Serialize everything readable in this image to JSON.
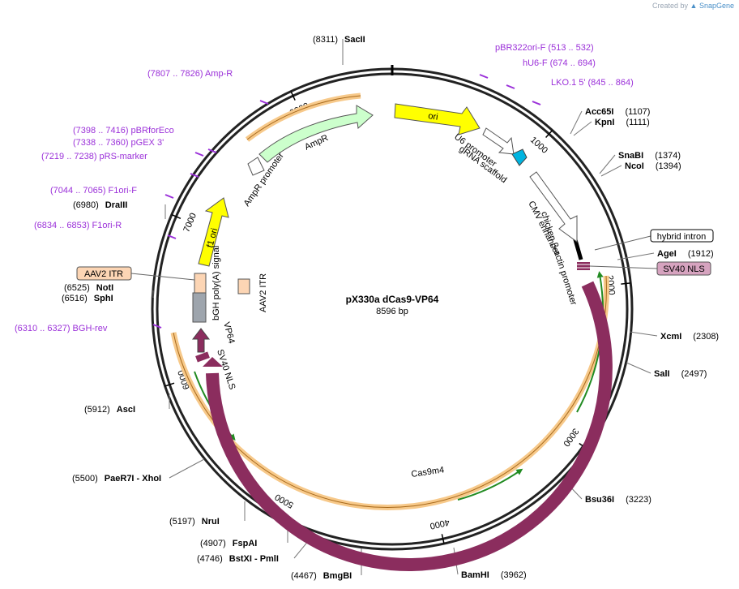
{
  "app": {
    "watermark_text": "Created by",
    "watermark_brand": "SnapGene"
  },
  "plasmid": {
    "name": "pX330a dCas9-VP64",
    "length_label": "8596 bp"
  },
  "ticks": [
    {
      "bp": 1000,
      "label": "1000"
    },
    {
      "bp": 2000,
      "label": "2000"
    },
    {
      "bp": 3000,
      "label": "3000"
    },
    {
      "bp": 4000,
      "label": "4000"
    },
    {
      "bp": 5000,
      "label": "5000"
    },
    {
      "bp": 6000,
      "label": "6000"
    },
    {
      "bp": 7000,
      "label": "7000"
    },
    {
      "bp": 8000,
      "label": "8000"
    }
  ],
  "sites": [
    {
      "id": "sacii",
      "name": "SacII",
      "pos": "(8311)",
      "order": "pos-first"
    },
    {
      "id": "acc65i",
      "name": "Acc65I",
      "pos": "(1107)",
      "order": "name-first"
    },
    {
      "id": "kpni",
      "name": "KpnI",
      "pos": "(1111)",
      "order": "name-first"
    },
    {
      "id": "snabi",
      "name": "SnaBI",
      "pos": "(1374)",
      "order": "name-first"
    },
    {
      "id": "ncoi",
      "name": "NcoI",
      "pos": "(1394)",
      "order": "name-first"
    },
    {
      "id": "agei",
      "name": "AgeI",
      "pos": "(1912)",
      "order": "name-first"
    },
    {
      "id": "xcmi",
      "name": "XcmI",
      "pos": "(2308)",
      "order": "name-first"
    },
    {
      "id": "sali",
      "name": "SalI",
      "pos": "(2497)",
      "order": "name-first"
    },
    {
      "id": "bsu36i",
      "name": "Bsu36I",
      "pos": "(3223)",
      "order": "name-first"
    },
    {
      "id": "bamhi",
      "name": "BamHI",
      "pos": "(3962)",
      "order": "name-first"
    },
    {
      "id": "bmgbi",
      "name": "BmgBI",
      "pos": "(4467)",
      "order": "pos-first"
    },
    {
      "id": "bstxi",
      "name": "BstXI  - PmlI",
      "pos": "(4746)",
      "order": "pos-first"
    },
    {
      "id": "fspai",
      "name": "FspAI",
      "pos": "(4907)",
      "order": "pos-first"
    },
    {
      "id": "nrui",
      "name": "NruI",
      "pos": "(5197)",
      "order": "pos-first"
    },
    {
      "id": "paer7i",
      "name": "PaeR7I  - XhoI",
      "pos": "(5500)",
      "order": "pos-first"
    },
    {
      "id": "asci",
      "name": "AscI",
      "pos": "(5912)",
      "order": "pos-first"
    },
    {
      "id": "sphi",
      "name": "SphI",
      "pos": "(6516)",
      "order": "pos-first"
    },
    {
      "id": "noti",
      "name": "NotI",
      "pos": "(6525)",
      "order": "pos-first"
    },
    {
      "id": "draiii",
      "name": "DraIII",
      "pos": "(6980)",
      "order": "pos-first"
    }
  ],
  "primers": [
    {
      "id": "pbr322ori",
      "text": "pBR322ori-F    (513 .. 532)"
    },
    {
      "id": "hu6f",
      "text": "hU6-F    (674 .. 694)"
    },
    {
      "id": "lko1",
      "text": "LKO.1 5'    (845 .. 864)"
    },
    {
      "id": "ampr",
      "text": "(7807 .. 7826)  Amp-R"
    },
    {
      "id": "pbrforeco",
      "text": "(7398 .. 7416)  pBRforEco"
    },
    {
      "id": "pgex3",
      "text": "(7338 .. 7360)  pGEX 3'"
    },
    {
      "id": "prsmarker",
      "text": "(7219 .. 7238)  pRS-marker"
    },
    {
      "id": "f1orif",
      "text": "(7044 .. 7065)  F1ori-F"
    },
    {
      "id": "f1orir",
      "text": "(6834 .. 6853)  F1ori-R"
    },
    {
      "id": "bghrev",
      "text": "(6310 .. 6327)  BGH-rev"
    }
  ],
  "boxed_labels": {
    "hybrid_intron": "hybrid intron",
    "sv40_nls_top": "SV40 NLS",
    "aav2_itr_left": "AAV2 ITR"
  },
  "features": {
    "ori": "ori",
    "u6_promoter": "U6 promoter",
    "grna_scaffold": "gRNA scaffold",
    "chicken_beta_actin": "chicken β-actin promoter",
    "cmv_enhancer": "CMV enhancer",
    "ampr": "AmpR",
    "ampr_promoter": "AmpR promoter",
    "f1_ori": "f1 ori",
    "bgh_polya": "bGH poly(A) signal",
    "aav2_itr_inner": "AAV2 ITR",
    "vp64": "VP64",
    "sv40_nls_inner": "SV40 NLS",
    "cas9m4": "Cas9m4"
  },
  "colors": {
    "ori": "#ffff00",
    "ampr": "#ccffcc",
    "cas9": "#8b2d5e",
    "orange": "#f7c98a",
    "green": "#228b22",
    "primer": "#9b30d9",
    "itr": "#fcd5b4",
    "sv40_box": "#d6a3bf"
  }
}
